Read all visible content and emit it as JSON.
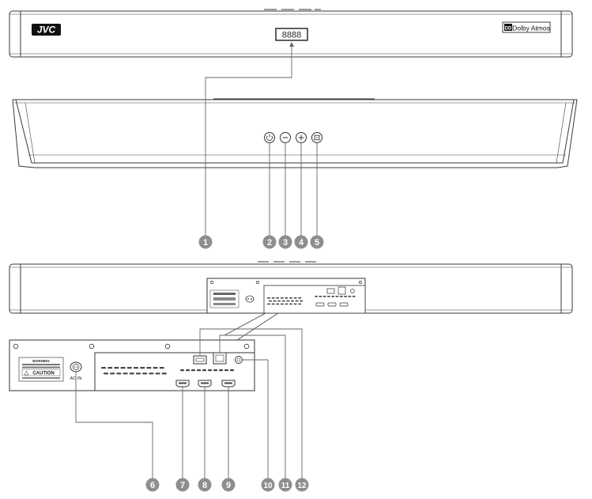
{
  "brand": {
    "logo_text": "JVC",
    "dolby_text": "Dolby Atmos",
    "dolby_symbol": "DD"
  },
  "display": {
    "segments": "8888"
  },
  "panel": {
    "warning_title": "WARNING",
    "caution_text": "CAUTION",
    "ac_label": "AC IN"
  },
  "callouts": [
    {
      "number": "1",
      "target": "display"
    },
    {
      "number": "2",
      "target": "power-button"
    },
    {
      "number": "3",
      "target": "volume-down-button"
    },
    {
      "number": "4",
      "target": "volume-up-button"
    },
    {
      "number": "5",
      "target": "source-button"
    },
    {
      "number": "6",
      "target": "ac-in-socket"
    },
    {
      "number": "7",
      "target": "hdmi-port-1"
    },
    {
      "number": "8",
      "target": "hdmi-port-2"
    },
    {
      "number": "9",
      "target": "hdmi-port-3"
    },
    {
      "number": "10",
      "target": "aux-jack"
    },
    {
      "number": "11",
      "target": "optical-port"
    },
    {
      "number": "12",
      "target": "usb-port"
    }
  ],
  "colors": {
    "outline": "#3a3a3a",
    "callout_fill": "#8e8e8e",
    "callout_text": "#ffffff",
    "leader": "#666666",
    "logo_bg": "#111111"
  }
}
